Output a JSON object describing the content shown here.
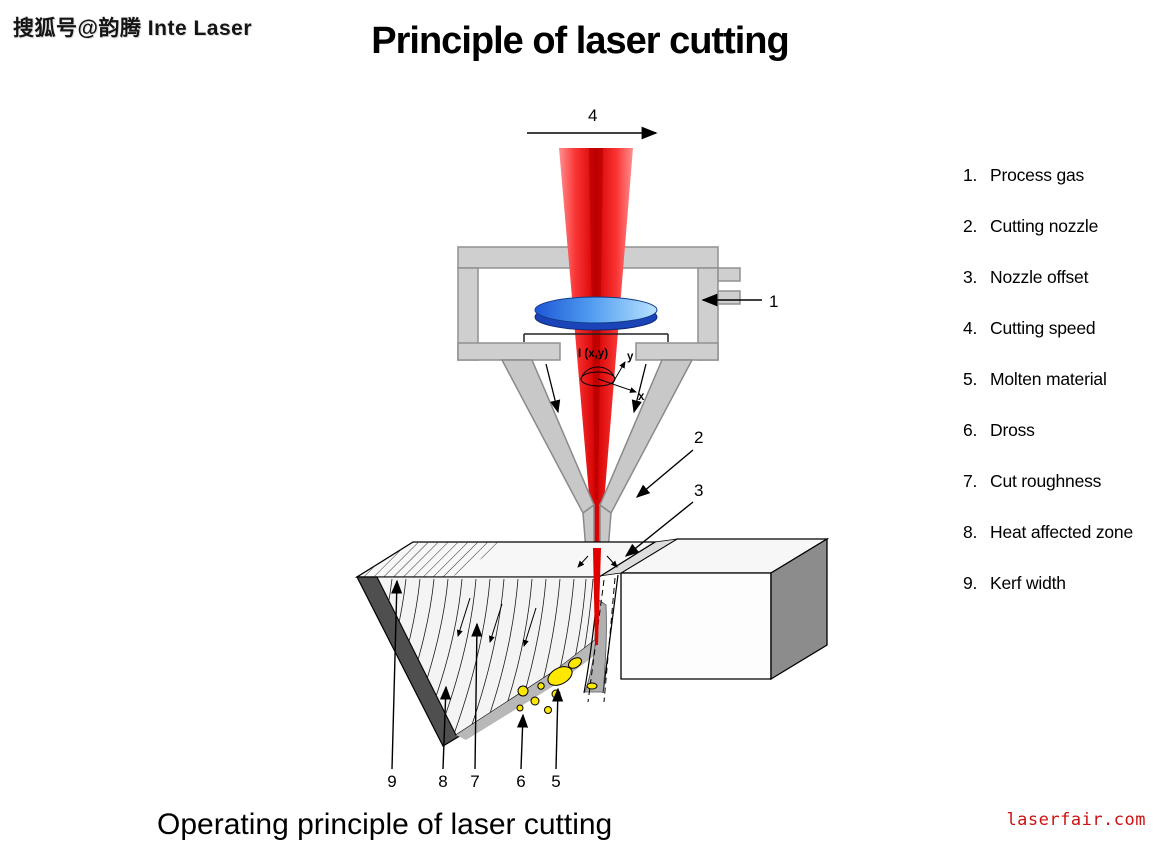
{
  "watermark": {
    "text": "搜狐号@韵腾 Inte Laser"
  },
  "header": {
    "title": "Principle of laser cutting"
  },
  "legend": {
    "items": [
      {
        "num": "1.",
        "label": "Process gas"
      },
      {
        "num": "2.",
        "label": "Cutting nozzle"
      },
      {
        "num": "3.",
        "label": "Nozzle offset"
      },
      {
        "num": "4.",
        "label": "Cutting speed"
      },
      {
        "num": "5.",
        "label": "Molten material"
      },
      {
        "num": "6.",
        "label": "Dross"
      },
      {
        "num": "7.",
        "label": "Cut roughness"
      },
      {
        "num": "8.",
        "label": "Heat affected zone"
      },
      {
        "num": "9.",
        "label": "Kerf width"
      }
    ]
  },
  "diagram": {
    "callouts": {
      "cutting_speed": "4",
      "process_gas": "1",
      "cutting_nozzle": "2",
      "nozzle_offset": "3",
      "kerf_width": "9",
      "heat_affected_zone": "8",
      "cut_roughness": "7",
      "dross": "6",
      "molten_material": "5"
    },
    "intensity_label": "I (x,y)",
    "axis_y": "y",
    "axis_x": "x",
    "colors": {
      "beam_red": "#d60000",
      "lens_blue": "#4f9bef",
      "molten_yellow": "#ffe800",
      "housing_gray": "#cfcfcf",
      "site_text_red": "#cc1111"
    }
  },
  "footer": {
    "caption": "Operating principle of laser cutting",
    "site": "laserfair.com"
  }
}
